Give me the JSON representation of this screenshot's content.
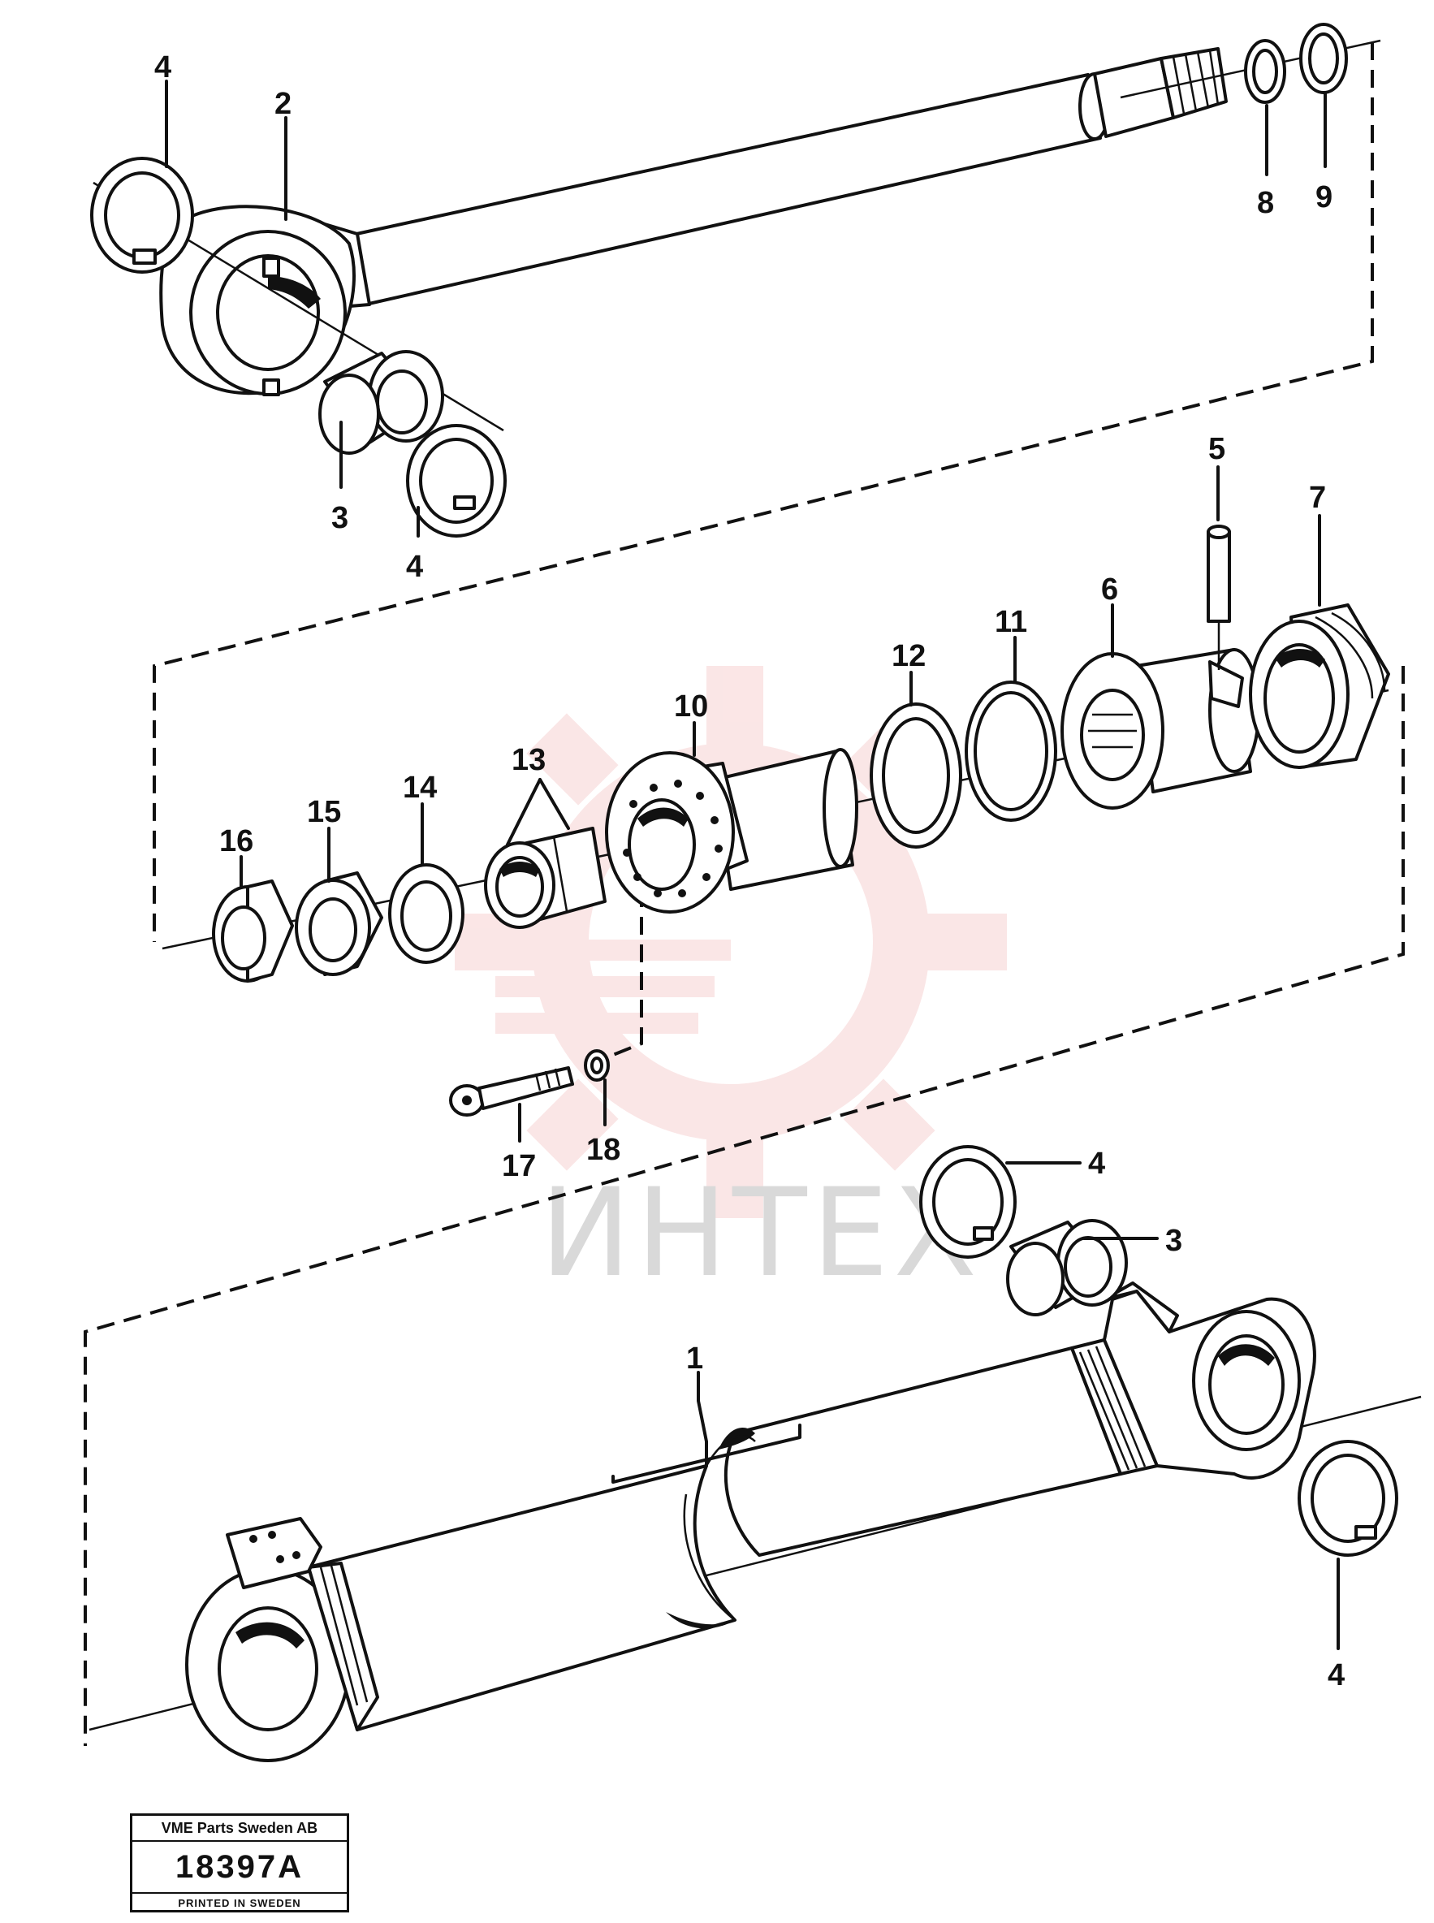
{
  "diagram": {
    "watermark_text": "ИНТЕХ",
    "colors": {
      "line": "#111111",
      "watermark_gear": "#f3b8b8",
      "watermark_text": "#d9d9d9",
      "background": "#ffffff"
    },
    "callouts": [
      {
        "id": "c4a",
        "label": "4"
      },
      {
        "id": "c2",
        "label": "2"
      },
      {
        "id": "c8",
        "label": "8"
      },
      {
        "id": "c9",
        "label": "9"
      },
      {
        "id": "c3a",
        "label": "3"
      },
      {
        "id": "c4b",
        "label": "4"
      },
      {
        "id": "c5",
        "label": "5"
      },
      {
        "id": "c7",
        "label": "7"
      },
      {
        "id": "c6",
        "label": "6"
      },
      {
        "id": "c11",
        "label": "11"
      },
      {
        "id": "c12",
        "label": "12"
      },
      {
        "id": "c10",
        "label": "10"
      },
      {
        "id": "c13",
        "label": "13"
      },
      {
        "id": "c14",
        "label": "14"
      },
      {
        "id": "c15",
        "label": "15"
      },
      {
        "id": "c16",
        "label": "16"
      },
      {
        "id": "c17",
        "label": "17"
      },
      {
        "id": "c18",
        "label": "18"
      },
      {
        "id": "c4c",
        "label": "4"
      },
      {
        "id": "c3b",
        "label": "3"
      },
      {
        "id": "c1",
        "label": "1"
      },
      {
        "id": "c4d",
        "label": "4"
      }
    ]
  },
  "plate": {
    "company": "VME Parts Sweden AB",
    "number": "18397A",
    "printed": "PRINTED IN SWEDEN"
  }
}
